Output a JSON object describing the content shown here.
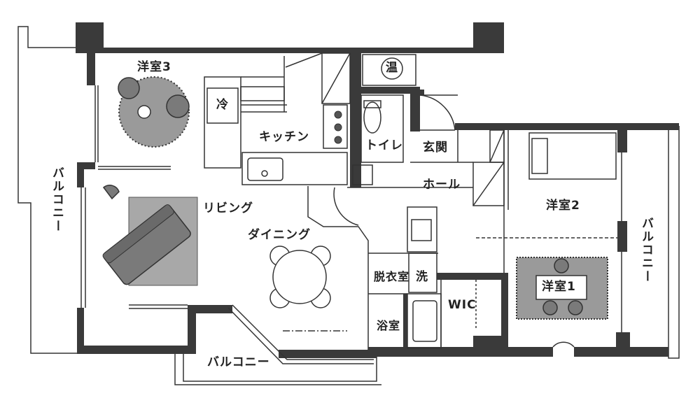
{
  "rooms": {
    "western_room_3": "洋室3",
    "kitchen": "キッチン",
    "toilet": "トイレ",
    "entrance": "玄関",
    "hall": "ホール",
    "western_room_2": "洋室2",
    "western_room_1": "洋室1",
    "living": "リビング",
    "dining": "ダイニング",
    "dressing_room": "脱衣室",
    "bathroom": "浴室",
    "walk_in_closet": "WIC",
    "balcony_left": "バルコニー",
    "balcony_bottom": "バルコニー",
    "balcony_right": "バルコニー"
  },
  "fixtures": {
    "water_heater": "温",
    "refrigerator": "冷",
    "washer": "洗"
  },
  "colors": {
    "wall": "#3a3a3a",
    "rug": "#9a9a9a",
    "furniture": "#7a7a7a",
    "line": "#333333"
  }
}
